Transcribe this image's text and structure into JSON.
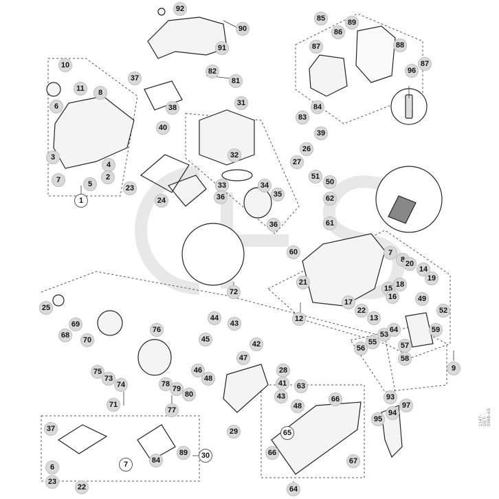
{
  "diagram": {
    "ref_code": "1147-GET-0068-A5",
    "callouts": [
      {
        "label": "92"
      },
      {
        "label": "90"
      },
      {
        "label": "91"
      },
      {
        "label": "85"
      },
      {
        "label": "86"
      },
      {
        "label": "89"
      },
      {
        "label": "87"
      },
      {
        "label": "88"
      },
      {
        "label": "96"
      },
      {
        "label": "87"
      },
      {
        "label": "10"
      },
      {
        "label": "11"
      },
      {
        "label": "8"
      },
      {
        "label": "6"
      },
      {
        "label": "3"
      },
      {
        "label": "4"
      },
      {
        "label": "2"
      },
      {
        "label": "7"
      },
      {
        "label": "5"
      },
      {
        "label": "1"
      },
      {
        "label": "37"
      },
      {
        "label": "82"
      },
      {
        "label": "81"
      },
      {
        "label": "38"
      },
      {
        "label": "40"
      },
      {
        "label": "31"
      },
      {
        "label": "84"
      },
      {
        "label": "83"
      },
      {
        "label": "39"
      },
      {
        "label": "32"
      },
      {
        "label": "26"
      },
      {
        "label": "27"
      },
      {
        "label": "23"
      },
      {
        "label": "24"
      },
      {
        "label": "33"
      },
      {
        "label": "36"
      },
      {
        "label": "34"
      },
      {
        "label": "35"
      },
      {
        "label": "36"
      },
      {
        "label": "51"
      },
      {
        "label": "50"
      },
      {
        "label": "62"
      },
      {
        "label": "61"
      },
      {
        "label": "60"
      },
      {
        "label": "7"
      },
      {
        "label": "8"
      },
      {
        "label": "20"
      },
      {
        "label": "14"
      },
      {
        "label": "19"
      },
      {
        "label": "21"
      },
      {
        "label": "15"
      },
      {
        "label": "16"
      },
      {
        "label": "18"
      },
      {
        "label": "17"
      },
      {
        "label": "22"
      },
      {
        "label": "13"
      },
      {
        "label": "12"
      },
      {
        "label": "49"
      },
      {
        "label": "72"
      },
      {
        "label": "25"
      },
      {
        "label": "69"
      },
      {
        "label": "68"
      },
      {
        "label": "70"
      },
      {
        "label": "76"
      },
      {
        "label": "44"
      },
      {
        "label": "43"
      },
      {
        "label": "45"
      },
      {
        "label": "42"
      },
      {
        "label": "47"
      },
      {
        "label": "46"
      },
      {
        "label": "48"
      },
      {
        "label": "75"
      },
      {
        "label": "73"
      },
      {
        "label": "74"
      },
      {
        "label": "71"
      },
      {
        "label": "78"
      },
      {
        "label": "79"
      },
      {
        "label": "80"
      },
      {
        "label": "77"
      },
      {
        "label": "52"
      },
      {
        "label": "53"
      },
      {
        "label": "64"
      },
      {
        "label": "55"
      },
      {
        "label": "59"
      },
      {
        "label": "56"
      },
      {
        "label": "57"
      },
      {
        "label": "58"
      },
      {
        "label": "9"
      },
      {
        "label": "28"
      },
      {
        "label": "41"
      },
      {
        "label": "63"
      },
      {
        "label": "43"
      },
      {
        "label": "48"
      },
      {
        "label": "29"
      },
      {
        "label": "66"
      },
      {
        "label": "65"
      },
      {
        "label": "66"
      },
      {
        "label": "67"
      },
      {
        "label": "64"
      },
      {
        "label": "93"
      },
      {
        "label": "95"
      },
      {
        "label": "94"
      },
      {
        "label": "97"
      },
      {
        "label": "37"
      },
      {
        "label": "84"
      },
      {
        "label": "89"
      },
      {
        "label": "30"
      },
      {
        "label": "6"
      },
      {
        "label": "23"
      },
      {
        "label": "7"
      },
      {
        "label": "22"
      }
    ]
  }
}
